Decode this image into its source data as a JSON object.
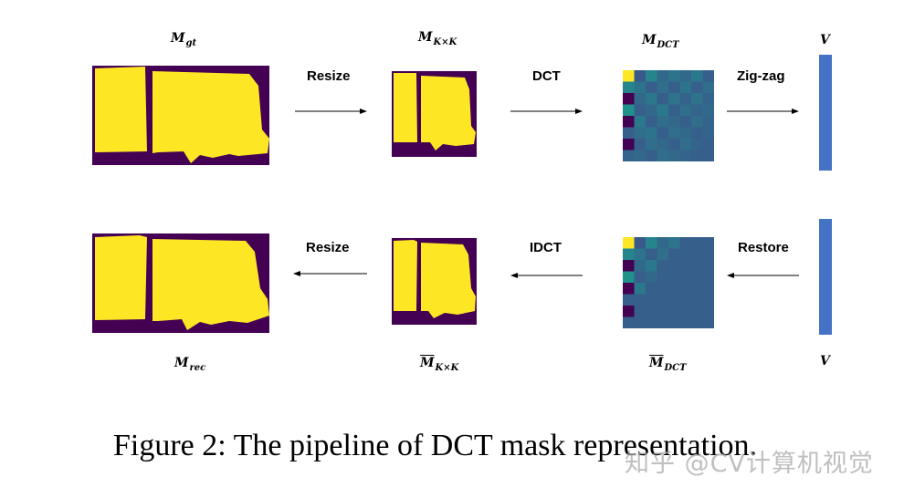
{
  "labels": {
    "m_gt": {
      "main": "M",
      "sub": "gt"
    },
    "m_kxk": {
      "main": "M",
      "sub": "K×K"
    },
    "m_dct": {
      "main": "M",
      "sub": "DCT"
    },
    "v_top": "V",
    "m_rec": {
      "main": "M",
      "sub": "rec"
    },
    "m_kxk_bar": {
      "main": "M",
      "sub": "K×K"
    },
    "m_dct_bar": {
      "main": "M",
      "sub": "DCT"
    },
    "v_bottom": "V"
  },
  "operations": {
    "resize_top": "Resize",
    "dct": "DCT",
    "zigzag": "Zig-zag",
    "resize_bottom": "Resize",
    "idct": "IDCT",
    "restore": "Restore"
  },
  "caption": "Figure 2: The pipeline of DCT mask representation.",
  "watermark": "知乎 @CV计算机视觉",
  "colors": {
    "mask_bg": "#440154",
    "mask_fg": "#fde725",
    "dct_bg": "#3b528b",
    "vector": "#4472c4",
    "arrow": "#000000"
  },
  "dct_top_values": [
    [
      1.0,
      0.28,
      0.45,
      0.34,
      0.38,
      0.34,
      0.4,
      0.3
    ],
    [
      0.45,
      0.38,
      0.3,
      0.36,
      0.3,
      0.38,
      0.3,
      0.36
    ],
    [
      0.0,
      0.34,
      0.4,
      0.3,
      0.38,
      0.32,
      0.38,
      0.32
    ],
    [
      0.5,
      0.3,
      0.34,
      0.4,
      0.3,
      0.36,
      0.32,
      0.34
    ],
    [
      0.0,
      0.4,
      0.3,
      0.36,
      0.34,
      0.3,
      0.36,
      0.32
    ],
    [
      0.3,
      0.36,
      0.38,
      0.3,
      0.36,
      0.34,
      0.3,
      0.32
    ],
    [
      0.0,
      0.3,
      0.36,
      0.34,
      0.3,
      0.36,
      0.32,
      0.3
    ],
    [
      0.32,
      0.34,
      0.3,
      0.36,
      0.34,
      0.32,
      0.3,
      0.3
    ]
  ],
  "dct_bottom_values": [
    [
      1.0,
      0.28,
      0.45,
      0.34,
      0.38,
      0.3,
      0.3,
      0.3
    ],
    [
      0.45,
      0.38,
      0.3,
      0.36,
      0.3,
      0.3,
      0.3,
      0.3
    ],
    [
      0.0,
      0.34,
      0.4,
      0.3,
      0.3,
      0.3,
      0.3,
      0.3
    ],
    [
      0.5,
      0.3,
      0.34,
      0.3,
      0.3,
      0.3,
      0.3,
      0.3
    ],
    [
      0.0,
      0.4,
      0.3,
      0.3,
      0.3,
      0.3,
      0.3,
      0.3
    ],
    [
      0.3,
      0.3,
      0.3,
      0.3,
      0.3,
      0.3,
      0.3,
      0.3
    ],
    [
      0.0,
      0.3,
      0.3,
      0.3,
      0.3,
      0.3,
      0.3,
      0.3
    ],
    [
      0.3,
      0.3,
      0.3,
      0.3,
      0.3,
      0.3,
      0.3,
      0.3
    ]
  ]
}
